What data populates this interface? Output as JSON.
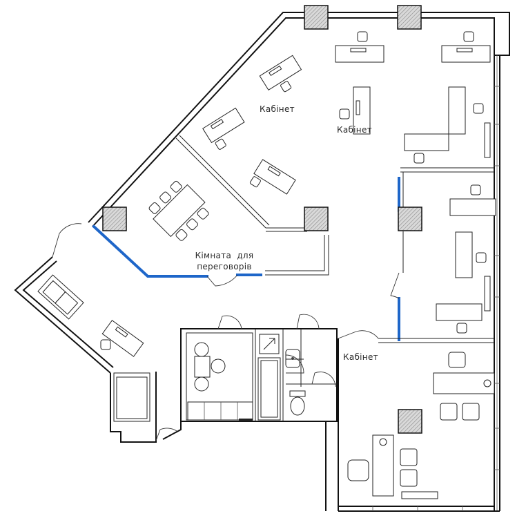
{
  "rooms": {
    "cabinet_top": "Кабінет",
    "cabinet_top2": "Кабінет",
    "meeting_line1": "Кімната  для",
    "meeting_line2": "переговорів",
    "cabinet_right": "Кабінет"
  },
  "colors": {
    "glass_partition": "#1e66c9",
    "wall": "#111111",
    "column_hatch": "#9a9a9a"
  },
  "icons": [
    "column-hatch-icon",
    "door-swing-icon",
    "chair-icon",
    "desk-icon",
    "toilet-icon",
    "sink-icon",
    "sofa-icon"
  ]
}
